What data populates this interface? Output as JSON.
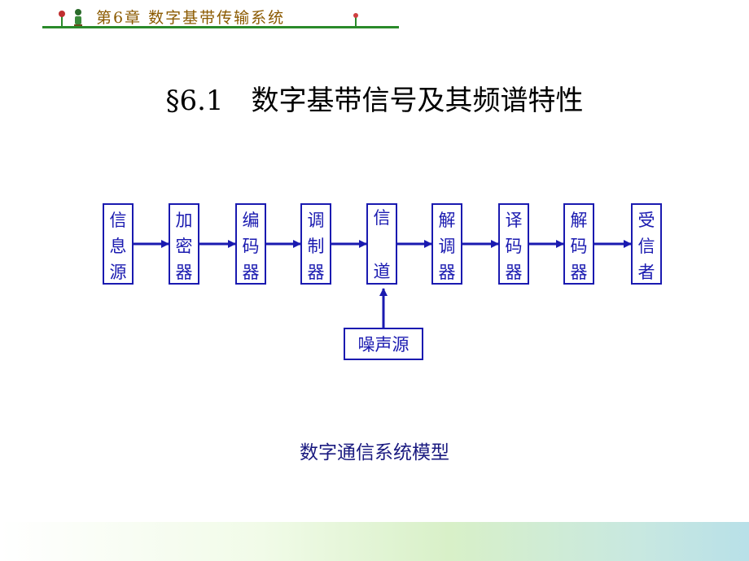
{
  "header": {
    "chapter_title": "第6章 数字基带传输系统",
    "icons": [
      "flower-icon",
      "person-icon",
      "sprout-icon"
    ]
  },
  "slide": {
    "title": "§6.1　数字基带信号及其频谱特性",
    "caption": "数字通信系统模型"
  },
  "diagram": {
    "blocks": [
      {
        "id": "source",
        "chars": [
          "信",
          "息",
          "源"
        ]
      },
      {
        "id": "encryptor",
        "chars": [
          "加",
          "密",
          "器"
        ]
      },
      {
        "id": "encoder",
        "chars": [
          "编",
          "码",
          "器"
        ]
      },
      {
        "id": "modulator",
        "chars": [
          "调",
          "制",
          "器"
        ]
      },
      {
        "id": "channel",
        "chars": [
          "信",
          "道"
        ]
      },
      {
        "id": "demodulator",
        "chars": [
          "解",
          "调",
          "器"
        ]
      },
      {
        "id": "decoder",
        "chars": [
          "译",
          "码",
          "器"
        ]
      },
      {
        "id": "decryptor",
        "chars": [
          "解",
          "码",
          "器"
        ]
      },
      {
        "id": "receiver",
        "chars": [
          "受",
          "信",
          "者"
        ]
      }
    ],
    "noise_source": "噪声源"
  },
  "colors": {
    "block_border": "#1a1ab0",
    "arrow": "#1a1ab0",
    "header_line": "#2a8a2a",
    "header_text": "#8b5a00"
  }
}
